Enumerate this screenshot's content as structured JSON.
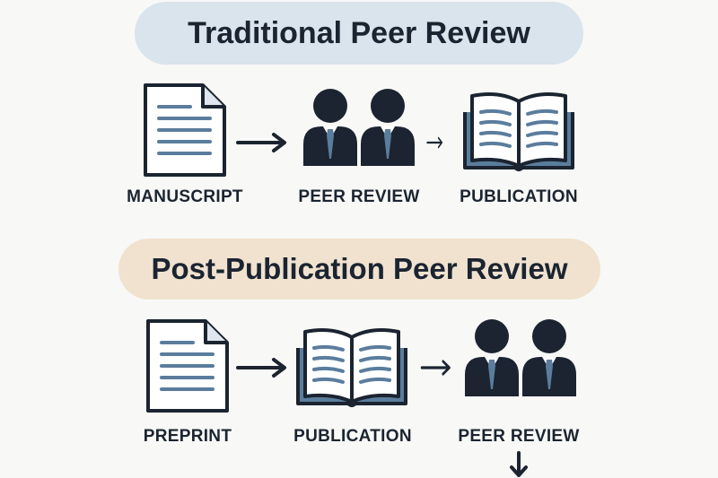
{
  "colors": {
    "background": "#f8f8f6",
    "traditional_pill": "#d9e4ec",
    "post_publication_pill": "#f0e2cf",
    "ink": "#1b2430",
    "accent_blue": "#5b7d9d"
  },
  "traditional": {
    "title": "Traditional Peer Review",
    "steps": [
      {
        "label": "MANUSCRIPT",
        "icon": "document-icon"
      },
      {
        "label": "PEER REVIEW",
        "icon": "reviewers-icon"
      },
      {
        "label": "PUBLICATION",
        "icon": "open-book-icon"
      }
    ]
  },
  "post_publication": {
    "title": "Post-Publication Peer Review",
    "steps": [
      {
        "label": "PREPRINT",
        "icon": "document-icon"
      },
      {
        "label": "PUBLICATION",
        "icon": "open-book-icon"
      },
      {
        "label": "PEER REVIEW",
        "icon": "reviewers-icon"
      }
    ]
  }
}
